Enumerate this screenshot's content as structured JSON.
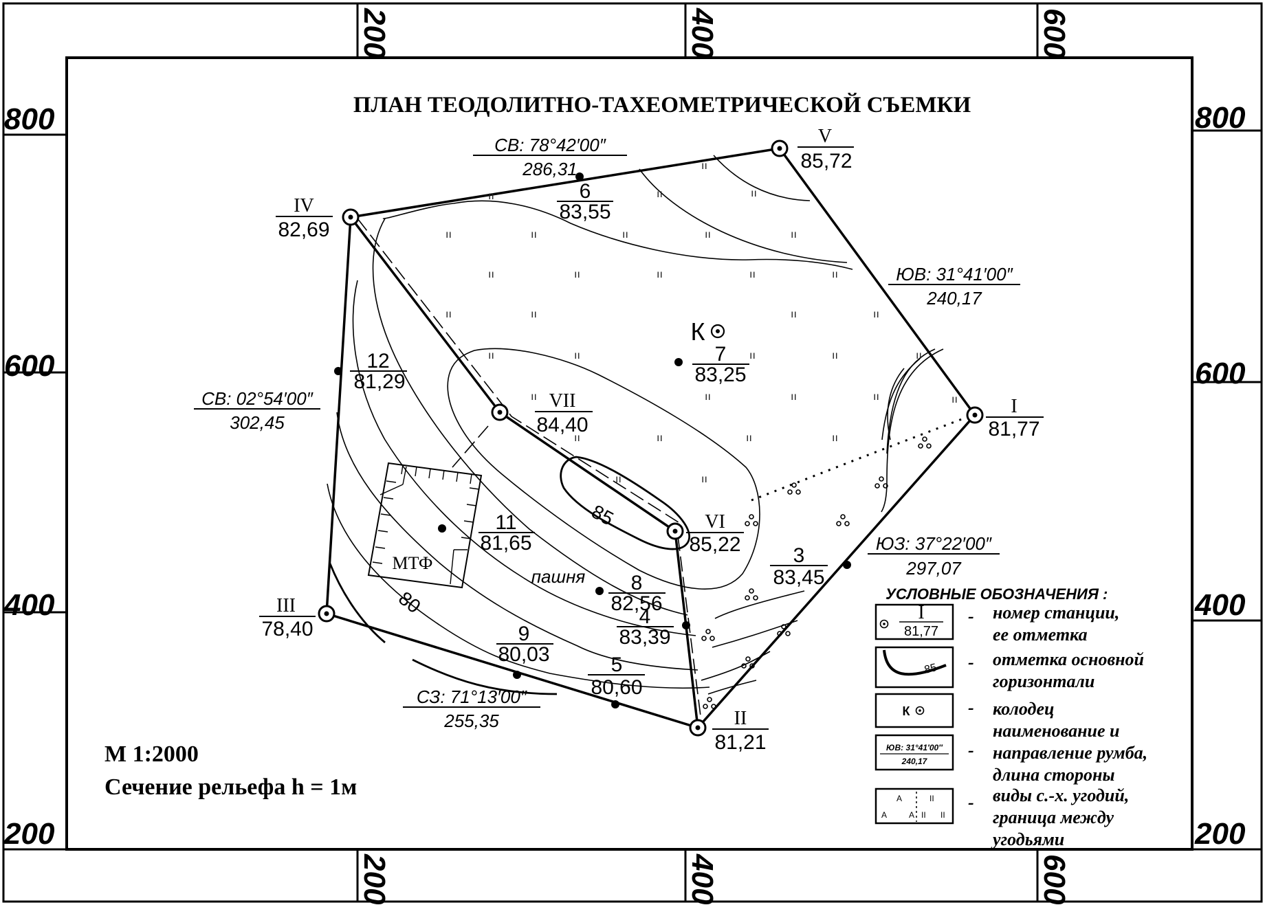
{
  "title": "ПЛАН ТЕОДОЛИТНО-ТАХЕОМЕТРИЧЕСКОЙ СЪЕМКИ",
  "grid": {
    "top": [
      "200",
      "400",
      "600"
    ],
    "bottom": [
      "200",
      "400",
      "600"
    ],
    "left": [
      "800",
      "600",
      "400",
      "200"
    ],
    "right": [
      "800",
      "600",
      "400",
      "200"
    ]
  },
  "stations": [
    {
      "name": "I",
      "elevation": "81,77"
    },
    {
      "name": "II",
      "elevation": "81,21"
    },
    {
      "name": "III",
      "elevation": "78,40"
    },
    {
      "name": "IV",
      "elevation": "82,69"
    },
    {
      "name": "V",
      "elevation": "85,72"
    },
    {
      "name": "VI",
      "elevation": "85,22"
    },
    {
      "name": "VII",
      "elevation": "84,40"
    }
  ],
  "points": [
    {
      "name": "3",
      "elevation": "83,45"
    },
    {
      "name": "4",
      "elevation": "83,39"
    },
    {
      "name": "5",
      "elevation": "80,60"
    },
    {
      "name": "6",
      "elevation": "83,55"
    },
    {
      "name": "7",
      "elevation": "83,25"
    },
    {
      "name": "8",
      "elevation": "82,56"
    },
    {
      "name": "9",
      "elevation": "80,03"
    },
    {
      "name": "11",
      "elevation": "81,65"
    },
    {
      "name": "12",
      "elevation": "81,29"
    }
  ],
  "bearings": [
    {
      "bearing": "СВ: 78°42′00″",
      "length": "286,31"
    },
    {
      "bearing": "ЮВ: 31°41′00″",
      "length": "240,17"
    },
    {
      "bearing": "СВ: 02°54′00″",
      "length": "302,45"
    },
    {
      "bearing": "ЮЗ: 37°22′00″",
      "length": "297,07"
    },
    {
      "bearing": "СЗ: 71°13′00″",
      "length": "255,35"
    }
  ],
  "contours": [
    "85",
    "80"
  ],
  "labels": {
    "well": "К",
    "farm": "МТФ",
    "field": "пашня"
  },
  "scale": {
    "line1": "М 1:2000",
    "line2": "Сечение рельефа h = 1м"
  },
  "legend": {
    "title": "УСЛОВНЫЕ ОБОЗНАЧЕНИЯ :",
    "dash": "-",
    "items": [
      {
        "sample_top": "I",
        "sample_bottom": "81,77",
        "text": [
          "номер станции,",
          "ее отметка"
        ]
      },
      {
        "sample": "85",
        "text": [
          "отметка основной",
          "горизонтали"
        ]
      },
      {
        "sample": "К",
        "text": [
          "колодец"
        ]
      },
      {
        "sample_top": "ЮВ: 31°41′00″",
        "sample_bottom": "240,17",
        "text": [
          "наименование и",
          "направление румба,",
          "длина стороны"
        ]
      },
      {
        "sample_a": "A",
        "sample_ii": "II",
        "text": [
          "виды с.-х. угодий,",
          "граница между",
          "угодьями"
        ]
      }
    ]
  }
}
